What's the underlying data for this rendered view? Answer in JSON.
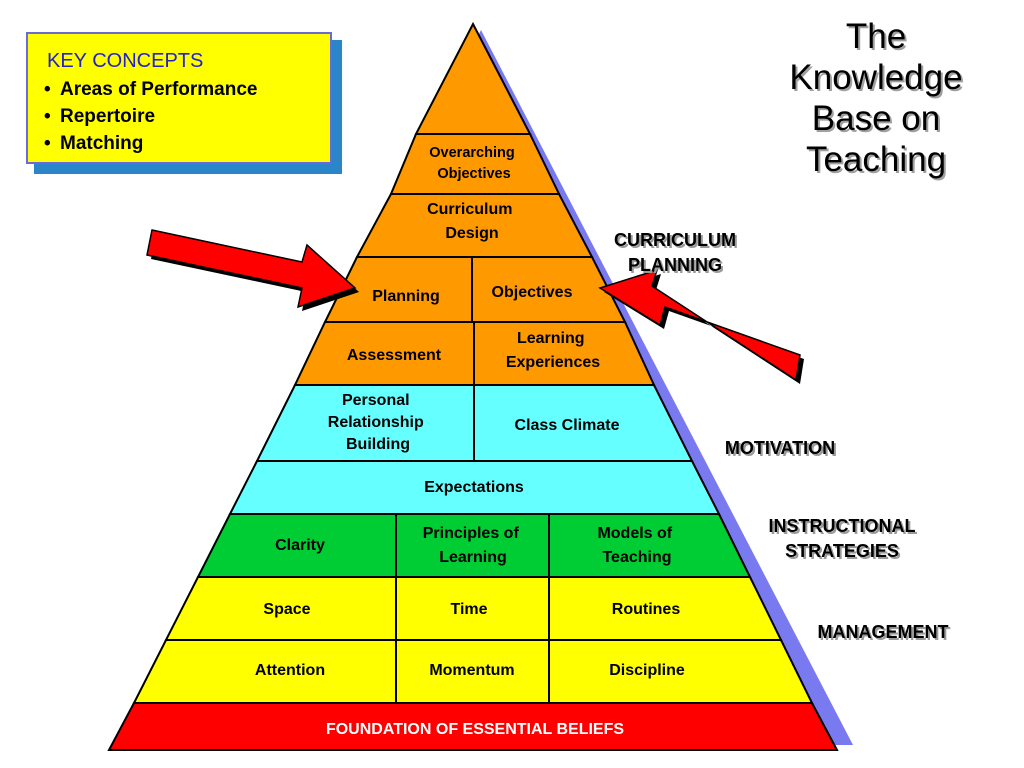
{
  "key_concepts": {
    "title": "KEY CONCEPTS",
    "items": [
      "Areas of Performance",
      "Repertoire",
      "Matching"
    ]
  },
  "title_lines": [
    "The",
    "Knowledge",
    "Base on",
    "Teaching"
  ],
  "pyramid": {
    "rows": [
      {
        "cells": [
          [
            "Overarching",
            "Objectives"
          ]
        ],
        "color": "#ff9900"
      },
      {
        "cells": [
          [
            "Curriculum",
            "Design"
          ]
        ],
        "color": "#ff9900"
      },
      {
        "cells": [
          [
            "Planning"
          ],
          [
            "Objectives"
          ]
        ],
        "color": "#ff9900"
      },
      {
        "cells": [
          [
            "Assessment"
          ],
          [
            "Learning",
            "Experiences"
          ]
        ],
        "color": "#ff9900"
      },
      {
        "cells": [
          [
            "Personal",
            "Relationship",
            "Building"
          ],
          [
            "Class Climate"
          ]
        ],
        "color": "#66ffff"
      },
      {
        "cells": [
          [
            "Expectations"
          ]
        ],
        "color": "#66ffff"
      },
      {
        "cells": [
          [
            "Clarity"
          ],
          [
            "Principles of",
            "Learning"
          ],
          [
            "Models of",
            "Teaching"
          ]
        ],
        "color": "#00cc33"
      },
      {
        "cells": [
          [
            "Space"
          ],
          [
            "Time"
          ],
          [
            "Routines"
          ]
        ],
        "color": "#ffff00"
      },
      {
        "cells": [
          [
            "Attention"
          ],
          [
            "Momentum"
          ],
          [
            "Discipline"
          ]
        ],
        "color": "#ffff00"
      }
    ],
    "foundation": {
      "label": "FOUNDATION OF ESSENTIAL BELIEFS",
      "color": "#ff0000"
    }
  },
  "side_labels": {
    "curriculum_planning": [
      "CURRICULUM",
      "PLANNING"
    ],
    "motivation": [
      "MOTIVATION"
    ],
    "instructional_strategies": [
      "INSTRUCTIONAL",
      "STRATEGIES"
    ],
    "management": [
      "MANAGEMENT"
    ]
  },
  "colors": {
    "arrow": "#ff0000",
    "pyramid_shadow": "#7a7af0",
    "keybox_fill": "#ffff00",
    "keybox_title": "#2222cc"
  }
}
